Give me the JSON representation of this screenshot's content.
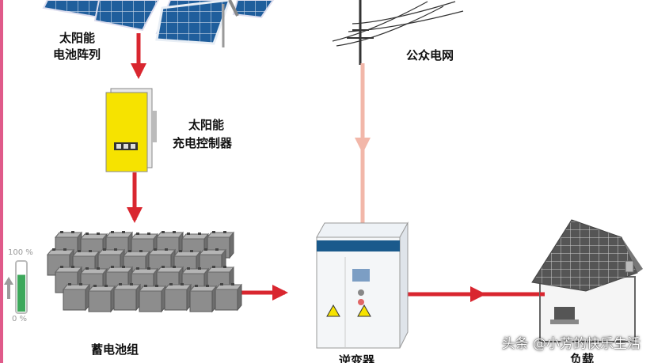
{
  "labels": {
    "solar_array": [
      "太阳能",
      "电池阵列"
    ],
    "controller": [
      "太阳能",
      "充电控制器"
    ],
    "grid": "公众电网",
    "battery_bank": "蓄电池组",
    "inverter": "逆变器",
    "load": "负载"
  },
  "battery_indicator": {
    "top": "100 %",
    "bottom": "0 %",
    "level": 0.75
  },
  "watermark": "头条 @小芳的快乐生活",
  "colors": {
    "power_flow": "#d9262f",
    "grid_flow": "#f2b7a9",
    "controller": "#f6e300",
    "panel": "#1f5e9c",
    "battery": "#8d8d8d",
    "inverter_band": "#1a5a8c",
    "house_roof": "#444444",
    "edge_bar": "#e05a8a"
  }
}
